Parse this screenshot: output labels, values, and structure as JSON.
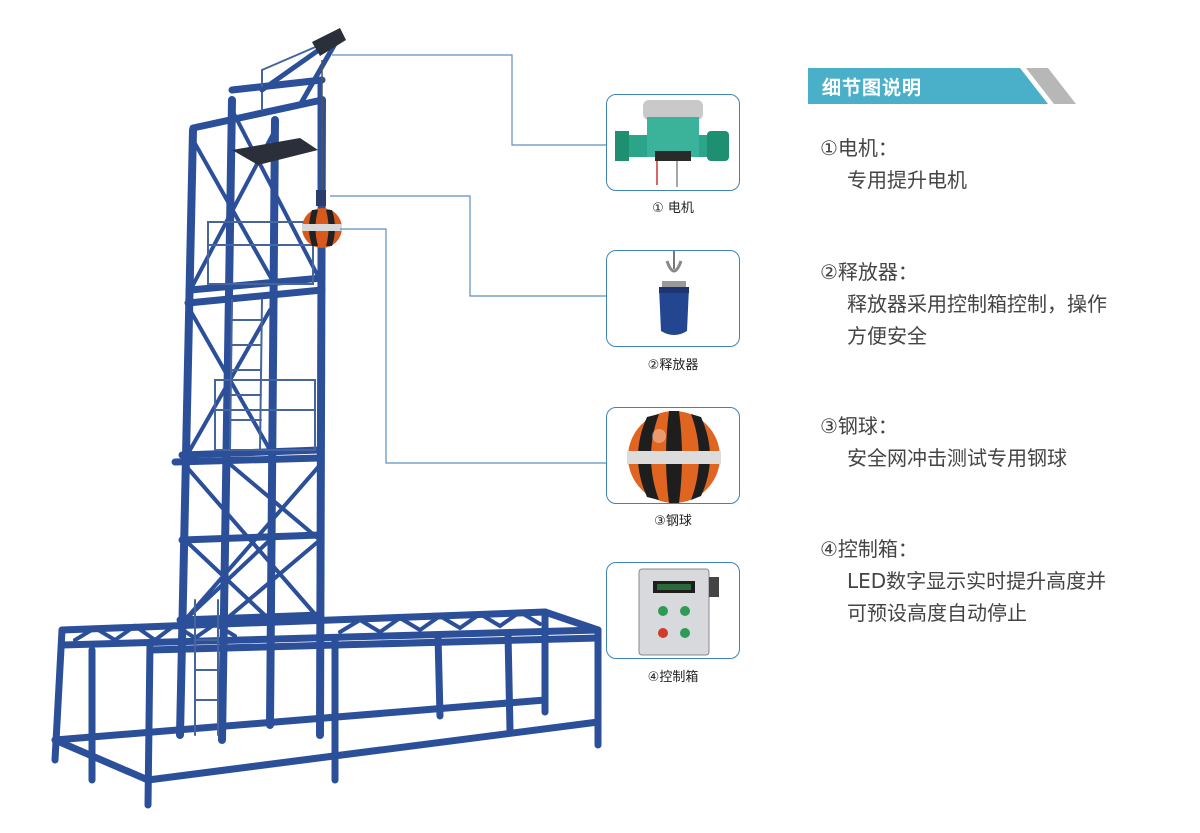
{
  "header": {
    "title": "细节图说明"
  },
  "parts": [
    {
      "caption": "① 电机",
      "heading": "①电机：",
      "lines": [
        "专用提升电机"
      ]
    },
    {
      "caption": "②释放器",
      "heading": "②释放器：",
      "lines": [
        "释放器采用控制箱控制，操作",
        "方便安全"
      ]
    },
    {
      "caption": "③钢球",
      "heading": "③钢球：",
      "lines": [
        "安全网冲击测试专用钢球"
      ]
    },
    {
      "caption": "④控制箱",
      "heading": "④控制箱：",
      "lines": [
        "LED数字显示实时提升高度并",
        "可预设高度自动停止"
      ]
    }
  ],
  "colors": {
    "frame": "#2c4f9a",
    "frame_dark": "#1f3a78",
    "accent": "#4ab0c9",
    "ball_orange": "#d9581b",
    "border": "#3f84b7"
  }
}
